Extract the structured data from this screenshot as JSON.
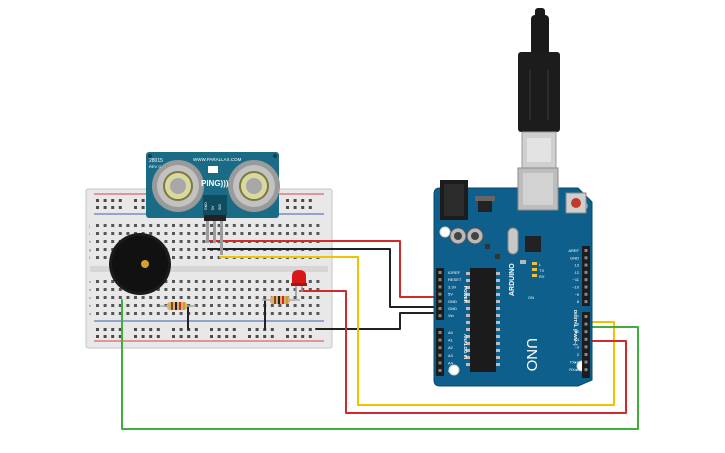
{
  "colors": {
    "background": "#ffffff",
    "board": "#0e5f8c",
    "board_edge": "#0a4a6d",
    "breadboard": "#e6e6e6",
    "rail_red": "#d64545",
    "rail_blue": "#3b5fb0",
    "wire_red": "#d22a2a",
    "wire_yellow": "#f2c200",
    "wire_green": "#3fae3f",
    "wire_black": "#222222",
    "sensor_pcb": "#1a6c86",
    "buzzer": "#1a1a1a",
    "led": "#d81818"
  },
  "sensor": {
    "model": "28015",
    "rev": "REV C",
    "url": "WWW.PARALLAX.COM",
    "name": "PING)))",
    "pins": [
      "GND",
      "5V",
      "SIG"
    ]
  },
  "arduino": {
    "brand": "ARDUINO",
    "model": "UNO",
    "power_header": [
      "IOREF",
      "RESET",
      "3.3V",
      "5V",
      "GND",
      "GND",
      "Vin"
    ],
    "analog_header": [
      "A0",
      "A1",
      "A2",
      "A3",
      "A4",
      "A5"
    ],
    "power_label": "POWER",
    "analog_label": "ANALOG IN",
    "digital_label": "DIGITAL (PWM~)",
    "digital_header": [
      "AREF",
      "GND",
      "13",
      "12",
      "~11",
      "~10",
      "~9",
      "8",
      "7",
      "~6",
      "~5",
      "4",
      "~3",
      "2",
      "TX▸1",
      "RX◂0"
    ],
    "led_labels": [
      "L",
      "TX",
      "RX"
    ],
    "on_label": "ON"
  },
  "breadboard": {
    "row_letters": [
      "j",
      "i",
      "h",
      "g",
      "f",
      "e",
      "d",
      "c",
      "b",
      "a"
    ]
  }
}
